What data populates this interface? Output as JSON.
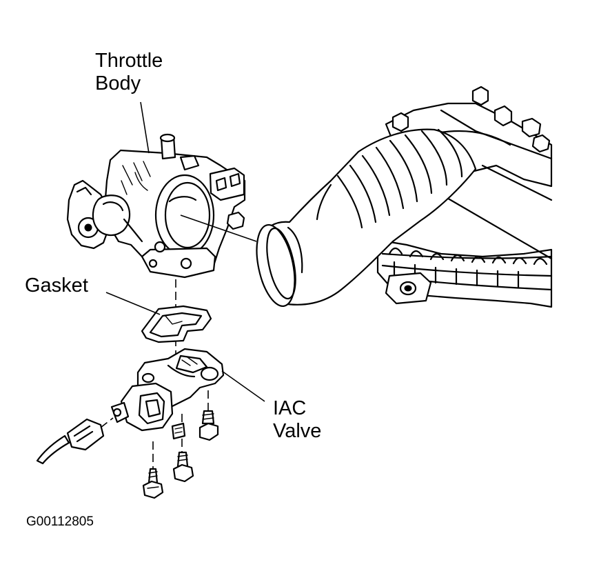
{
  "labels": {
    "throttle_body_line1": "Throttle",
    "throttle_body_line2": "Body",
    "gasket": "Gasket",
    "iac_valve_line1": "IAC",
    "iac_valve_line2": "Valve"
  },
  "figure_code": "G00112805"
}
